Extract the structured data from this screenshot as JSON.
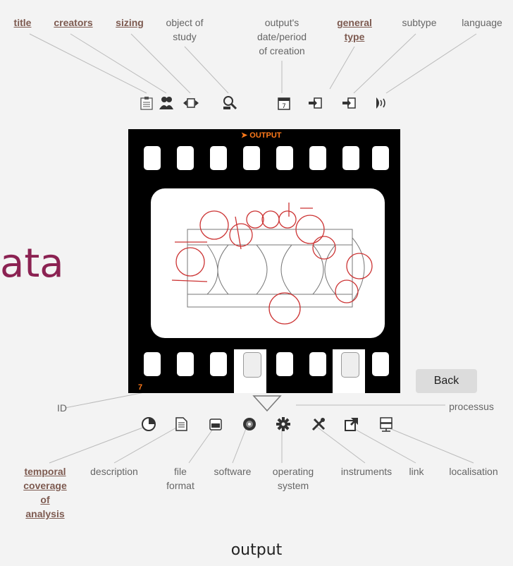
{
  "top_labels": {
    "title": "title",
    "creators": "creators",
    "sizing": "sizing",
    "object_of_study": "object of\nstudy",
    "output_date": "output's\ndate/period\nof creation",
    "general_type": "general\ntype",
    "subtype": "subtype",
    "language": "language"
  },
  "bottom_labels": {
    "id": "ID",
    "processus": "processus",
    "temporal_coverage": "temporal\ncoverage\nof\nanalysis",
    "description": "description",
    "file_format": "file\nformat",
    "software": "software",
    "operating_system": "operating\nsystem",
    "instruments": "instruments",
    "link": "link",
    "localisation": "localisation"
  },
  "film": {
    "header": "➤ OUTPUT",
    "frame_number": "7"
  },
  "big_word": "ata",
  "back_button": "Back",
  "caption": "output",
  "icons": {
    "top": [
      "title-icon",
      "creators-icon",
      "sizing-icon",
      "object-of-study-icon",
      "calendar-icon",
      "general-type-icon",
      "subtype-icon",
      "language-icon"
    ],
    "bottom": [
      "temporal-coverage-icon",
      "description-icon",
      "file-format-icon",
      "software-icon",
      "operating-system-icon",
      "instruments-icon",
      "link-icon",
      "localisation-icon"
    ]
  },
  "colors": {
    "accent": "#7d5a50",
    "word": "#8b2252",
    "film_label": "#ff7a1a"
  }
}
